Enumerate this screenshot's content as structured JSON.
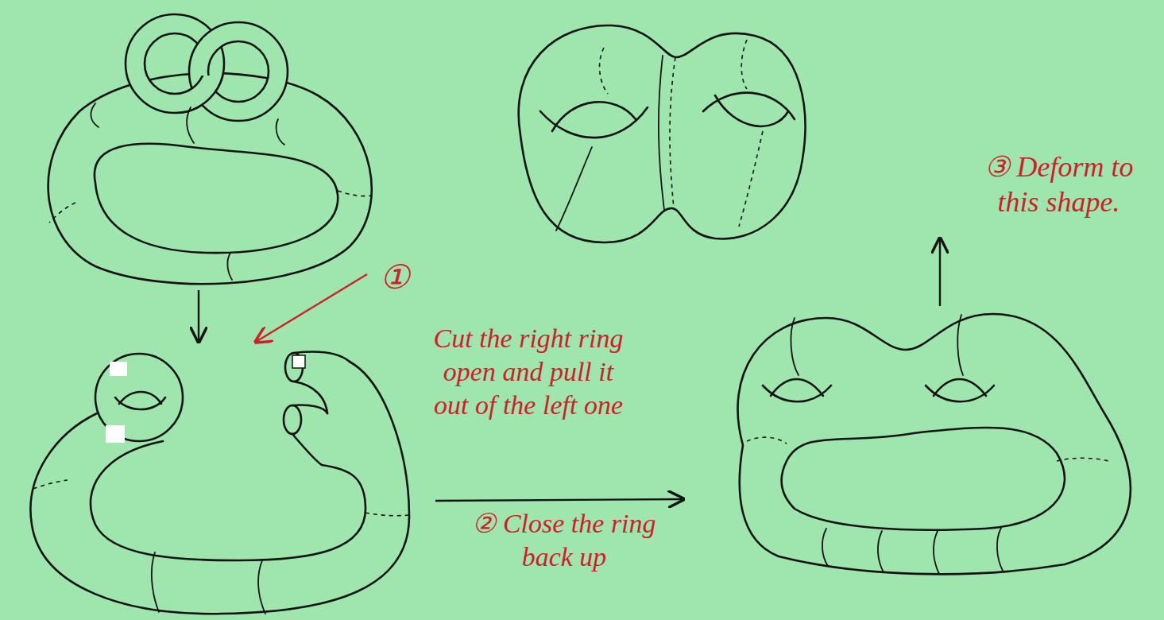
{
  "diagram": {
    "labels": [
      "①",
      "Cut the right ring open and pull it out of the left one",
      "② Close the ring back up",
      "③ Deform to this shape."
    ]
  }
}
